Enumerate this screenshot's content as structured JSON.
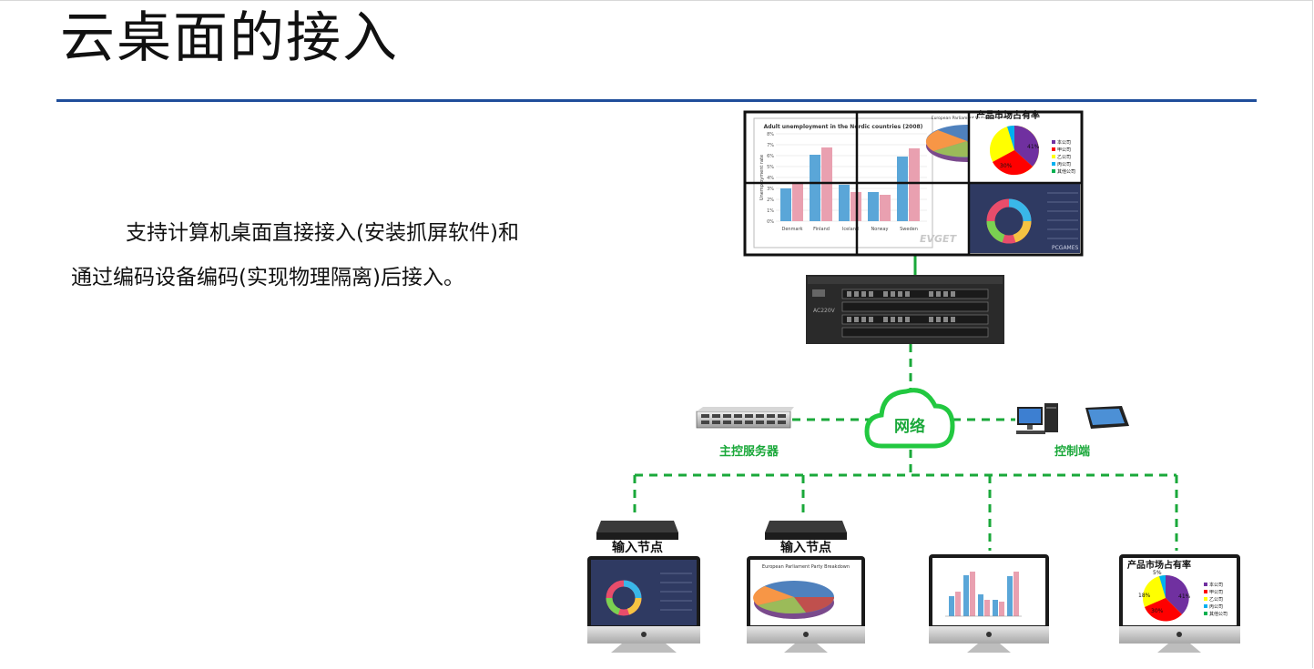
{
  "slide": {
    "title": "云桌面的接入",
    "body": "支持计算机桌面直接接入(安装抓屏软件)和通过编码设备编码(实现物理隔离)后接入。"
  },
  "diagram": {
    "cloud_label": "网络",
    "server_label": "主控服务器",
    "control_label": "控制端",
    "input_node_labels": [
      "输入节点",
      "输入节点"
    ],
    "video_wall": {
      "bar_chart_title": "Adult unemployment in the Nordic countries (2008)",
      "bar_categories": [
        "Denmark",
        "Finland",
        "Iceland",
        "Norway",
        "Sweden"
      ],
      "y_ticks": [
        "0%",
        "1%",
        "2%",
        "3%",
        "4%",
        "5%",
        "6%",
        "7%",
        "8%"
      ],
      "y_axis_label": "Unemployment rate",
      "pie_chart_title": "European Parliament Party Breakdown",
      "market_share_title": "产品市场占有率",
      "legend": [
        "本公司",
        "甲公司",
        "乙公司",
        "丙公司",
        "其他公司"
      ],
      "market_share_labels": [
        "41%",
        "30%",
        "18%",
        "5%"
      ],
      "watermark": "EVGET"
    },
    "monitor_brand": "PCGAMES"
  },
  "colors": {
    "accent_rule": "#1f4e9a",
    "network_green": "#1aa83a",
    "wall_bezel": "#111111"
  }
}
